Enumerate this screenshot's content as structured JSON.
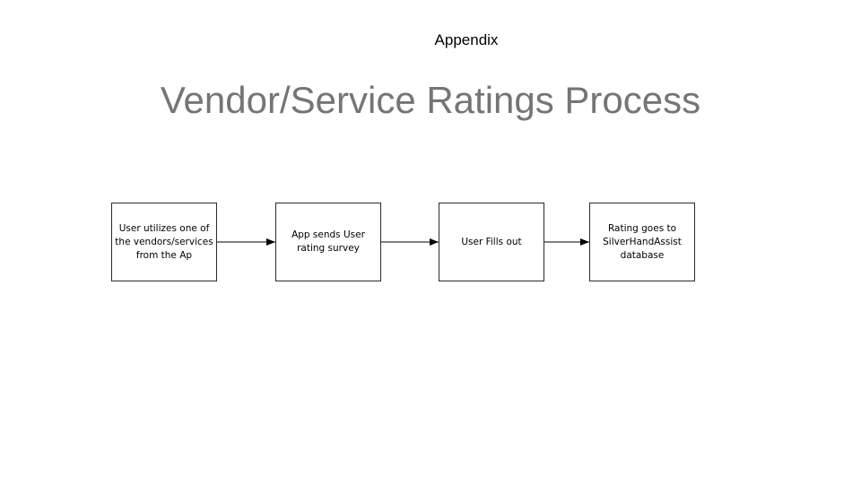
{
  "slide": {
    "section_label": "Appendix",
    "title": "Vendor/Service Ratings Process"
  },
  "flow": {
    "steps": [
      {
        "id": "1",
        "lines": [
          "User utilizes one of",
          "the vendors/services",
          "from the Ap"
        ]
      },
      {
        "id": "2",
        "lines": [
          "App sends User",
          "rating survey"
        ]
      },
      {
        "id": "3",
        "lines": [
          "User Fills out"
        ]
      },
      {
        "id": "4",
        "lines": [
          "Rating goes to",
          "SilverHandAssist",
          "database"
        ]
      }
    ],
    "connections": [
      {
        "from": "1",
        "to": "2"
      },
      {
        "from": "2",
        "to": "3"
      },
      {
        "from": "3",
        "to": "4"
      }
    ],
    "colors": {
      "stroke": "#2b2b2b",
      "title": "#757575",
      "text": "#000000"
    }
  }
}
